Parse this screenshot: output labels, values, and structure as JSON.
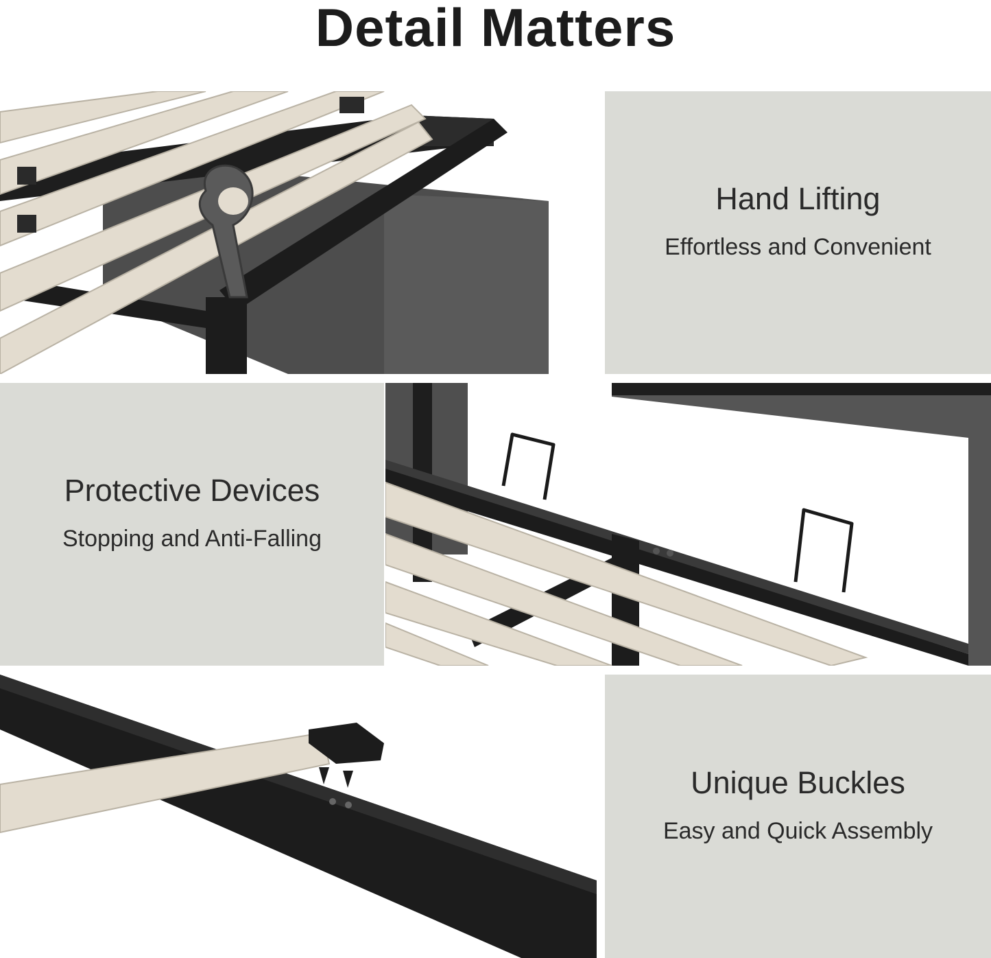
{
  "page": {
    "title": "Detail Matters"
  },
  "sections": [
    {
      "heading": "Hand Lifting",
      "subheading": "Effortless and Convenient"
    },
    {
      "heading": "Protective Devices",
      "subheading": "Stopping and Anti-Falling"
    },
    {
      "heading": "Unique Buckles",
      "subheading": "Easy and Quick Assembly"
    }
  ],
  "colors": {
    "panel_bg": "#dadbd6",
    "frame_black": "#1c1c1c",
    "slat_wood": "#e3dccf",
    "fabric_grey": "#4a4a4a"
  }
}
